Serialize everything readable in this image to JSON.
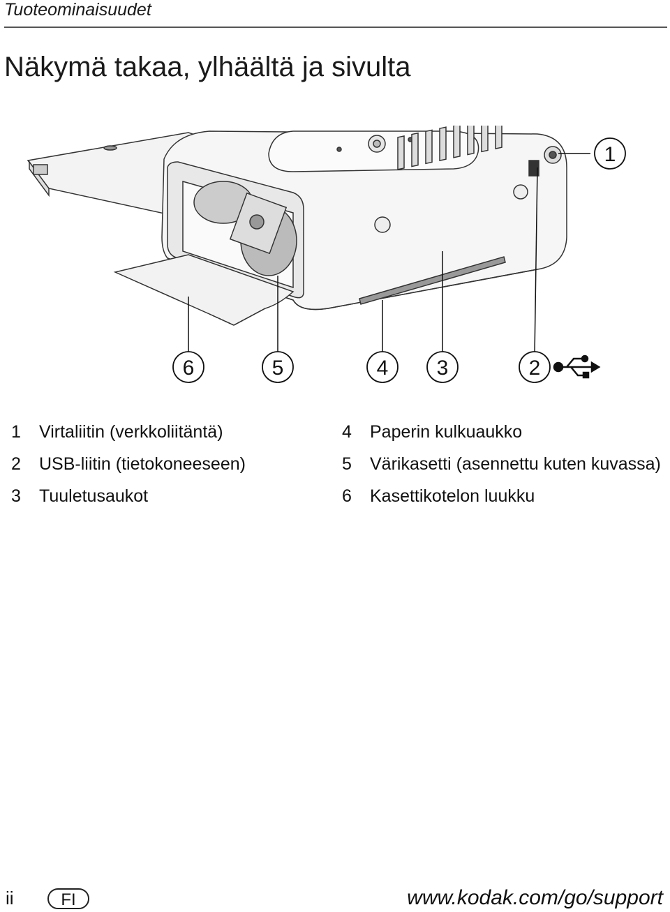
{
  "header": {
    "section": "Tuoteominaisuudet"
  },
  "page_title": "Näkymä takaa, ylhäältä ja sivulta",
  "figure": {
    "callouts": [
      "1",
      "6",
      "5",
      "4",
      "3",
      "2"
    ]
  },
  "legend": {
    "left": [
      {
        "num": "1",
        "text": "Virtaliitin (verkkoliitäntä)"
      },
      {
        "num": "2",
        "text": "USB-liitin (tietokoneeseen)"
      },
      {
        "num": "3",
        "text": "Tuuletusaukot"
      }
    ],
    "right": [
      {
        "num": "4",
        "text": "Paperin kulkuaukko"
      },
      {
        "num": "5",
        "text": "Värikasetti (asennettu kuten kuvassa)"
      },
      {
        "num": "6",
        "text": "Kasettikotelon luukku"
      }
    ]
  },
  "footer": {
    "page": "ii",
    "lang": "FI",
    "url": "www.kodak.com/go/support"
  }
}
